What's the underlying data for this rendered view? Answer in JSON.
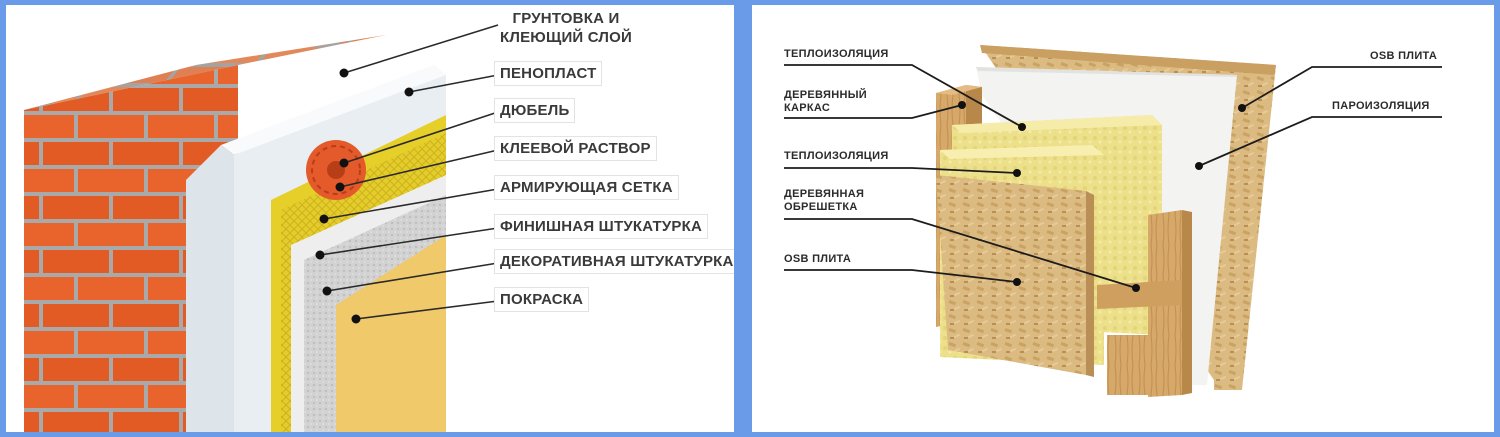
{
  "left": {
    "labels": [
      "ГРУНТОВКА И\nКЛЕЮЩИЙ СЛОЙ",
      "ПЕНОПЛАСТ",
      "ДЮБЕЛЬ",
      "КЛЕЕВОЙ РАСТВОР",
      "АРМИРУЮЩАЯ СЕТКА",
      "ФИНИШНАЯ ШТУКАТУРКА",
      "ДЕКОРАТИВНАЯ ШТУКАТУРКА",
      "ПОКРАСКА"
    ]
  },
  "right": {
    "labels_left": [
      "ТЕПЛОИЗОЛЯЦИЯ",
      "ДЕРЕВЯННЫЙ\nКАРКАС",
      "ТЕПЛОИЗОЛЯЦИЯ",
      "ДЕРЕВЯННАЯ\nОБРЕШЕТКА",
      "OSB ПЛИТА"
    ],
    "labels_right": [
      "OSB ПЛИТА",
      "ПАРОИЗОЛЯЦИЯ"
    ]
  },
  "colors": {
    "background": "#6a9be8",
    "brick": "#e8642c",
    "mortar": "#a9a9a9",
    "foam": "#eef2f6",
    "adhesive": "#e6cf28",
    "plaster": "#cfcfcf",
    "paint": "#f0c96a",
    "osb": "#d9b77c",
    "wool": "#efe28a",
    "wood": "#d7a96a",
    "membrane": "#f3f3f1"
  }
}
